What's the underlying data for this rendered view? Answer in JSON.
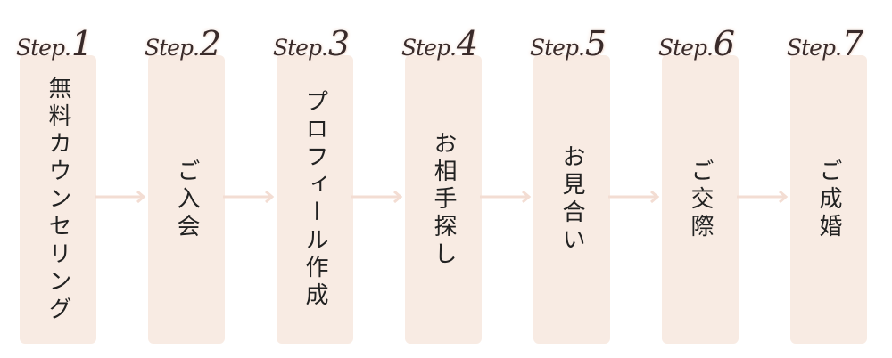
{
  "flow": {
    "step_word": "Step.",
    "steps": [
      {
        "number": "1",
        "label": "無料カウンセリング"
      },
      {
        "number": "2",
        "label": "ご入会"
      },
      {
        "number": "3",
        "label": "プロフィール作成"
      },
      {
        "number": "4",
        "label": "お相手探し"
      },
      {
        "number": "5",
        "label": "お見合い"
      },
      {
        "number": "6",
        "label": "ご交際"
      },
      {
        "number": "7",
        "label": "ご成婚"
      }
    ],
    "colors": {
      "card": "#f8ebe3",
      "arrow": "#f3ddd3",
      "text": "#222222",
      "title": "#3a2b2a"
    }
  }
}
